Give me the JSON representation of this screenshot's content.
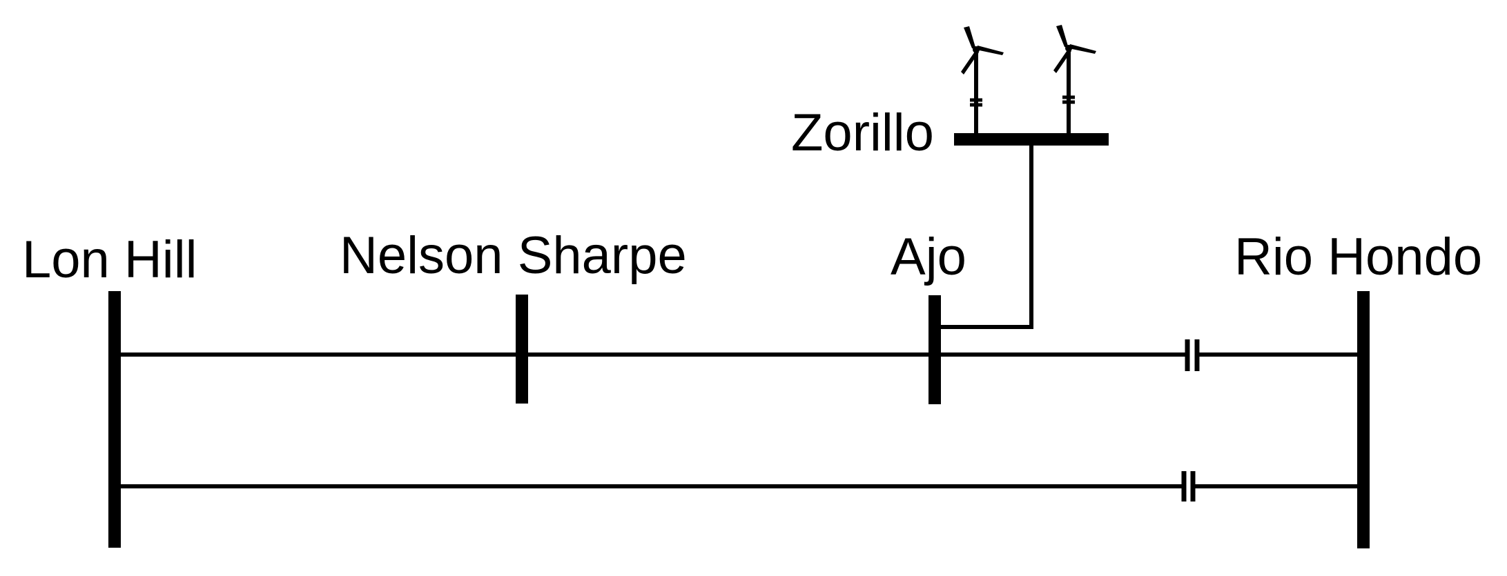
{
  "colors": {
    "line": "#000000",
    "background": "#ffffff"
  },
  "buses": {
    "lon_hill": {
      "label": "Lon Hill"
    },
    "nelson_sharpe": {
      "label": "Nelson Sharpe"
    },
    "ajo": {
      "label": "Ajo"
    },
    "rio_hondo": {
      "label": "Rio Hondo"
    },
    "zorillo": {
      "label": "Zorillo"
    }
  },
  "components": {
    "wind_turbines": [
      {
        "icon": "wind-turbine-icon"
      },
      {
        "icon": "wind-turbine-icon"
      }
    ],
    "series_capacitors": [
      {
        "icon": "capacitor-icon"
      },
      {
        "icon": "capacitor-icon"
      }
    ]
  }
}
